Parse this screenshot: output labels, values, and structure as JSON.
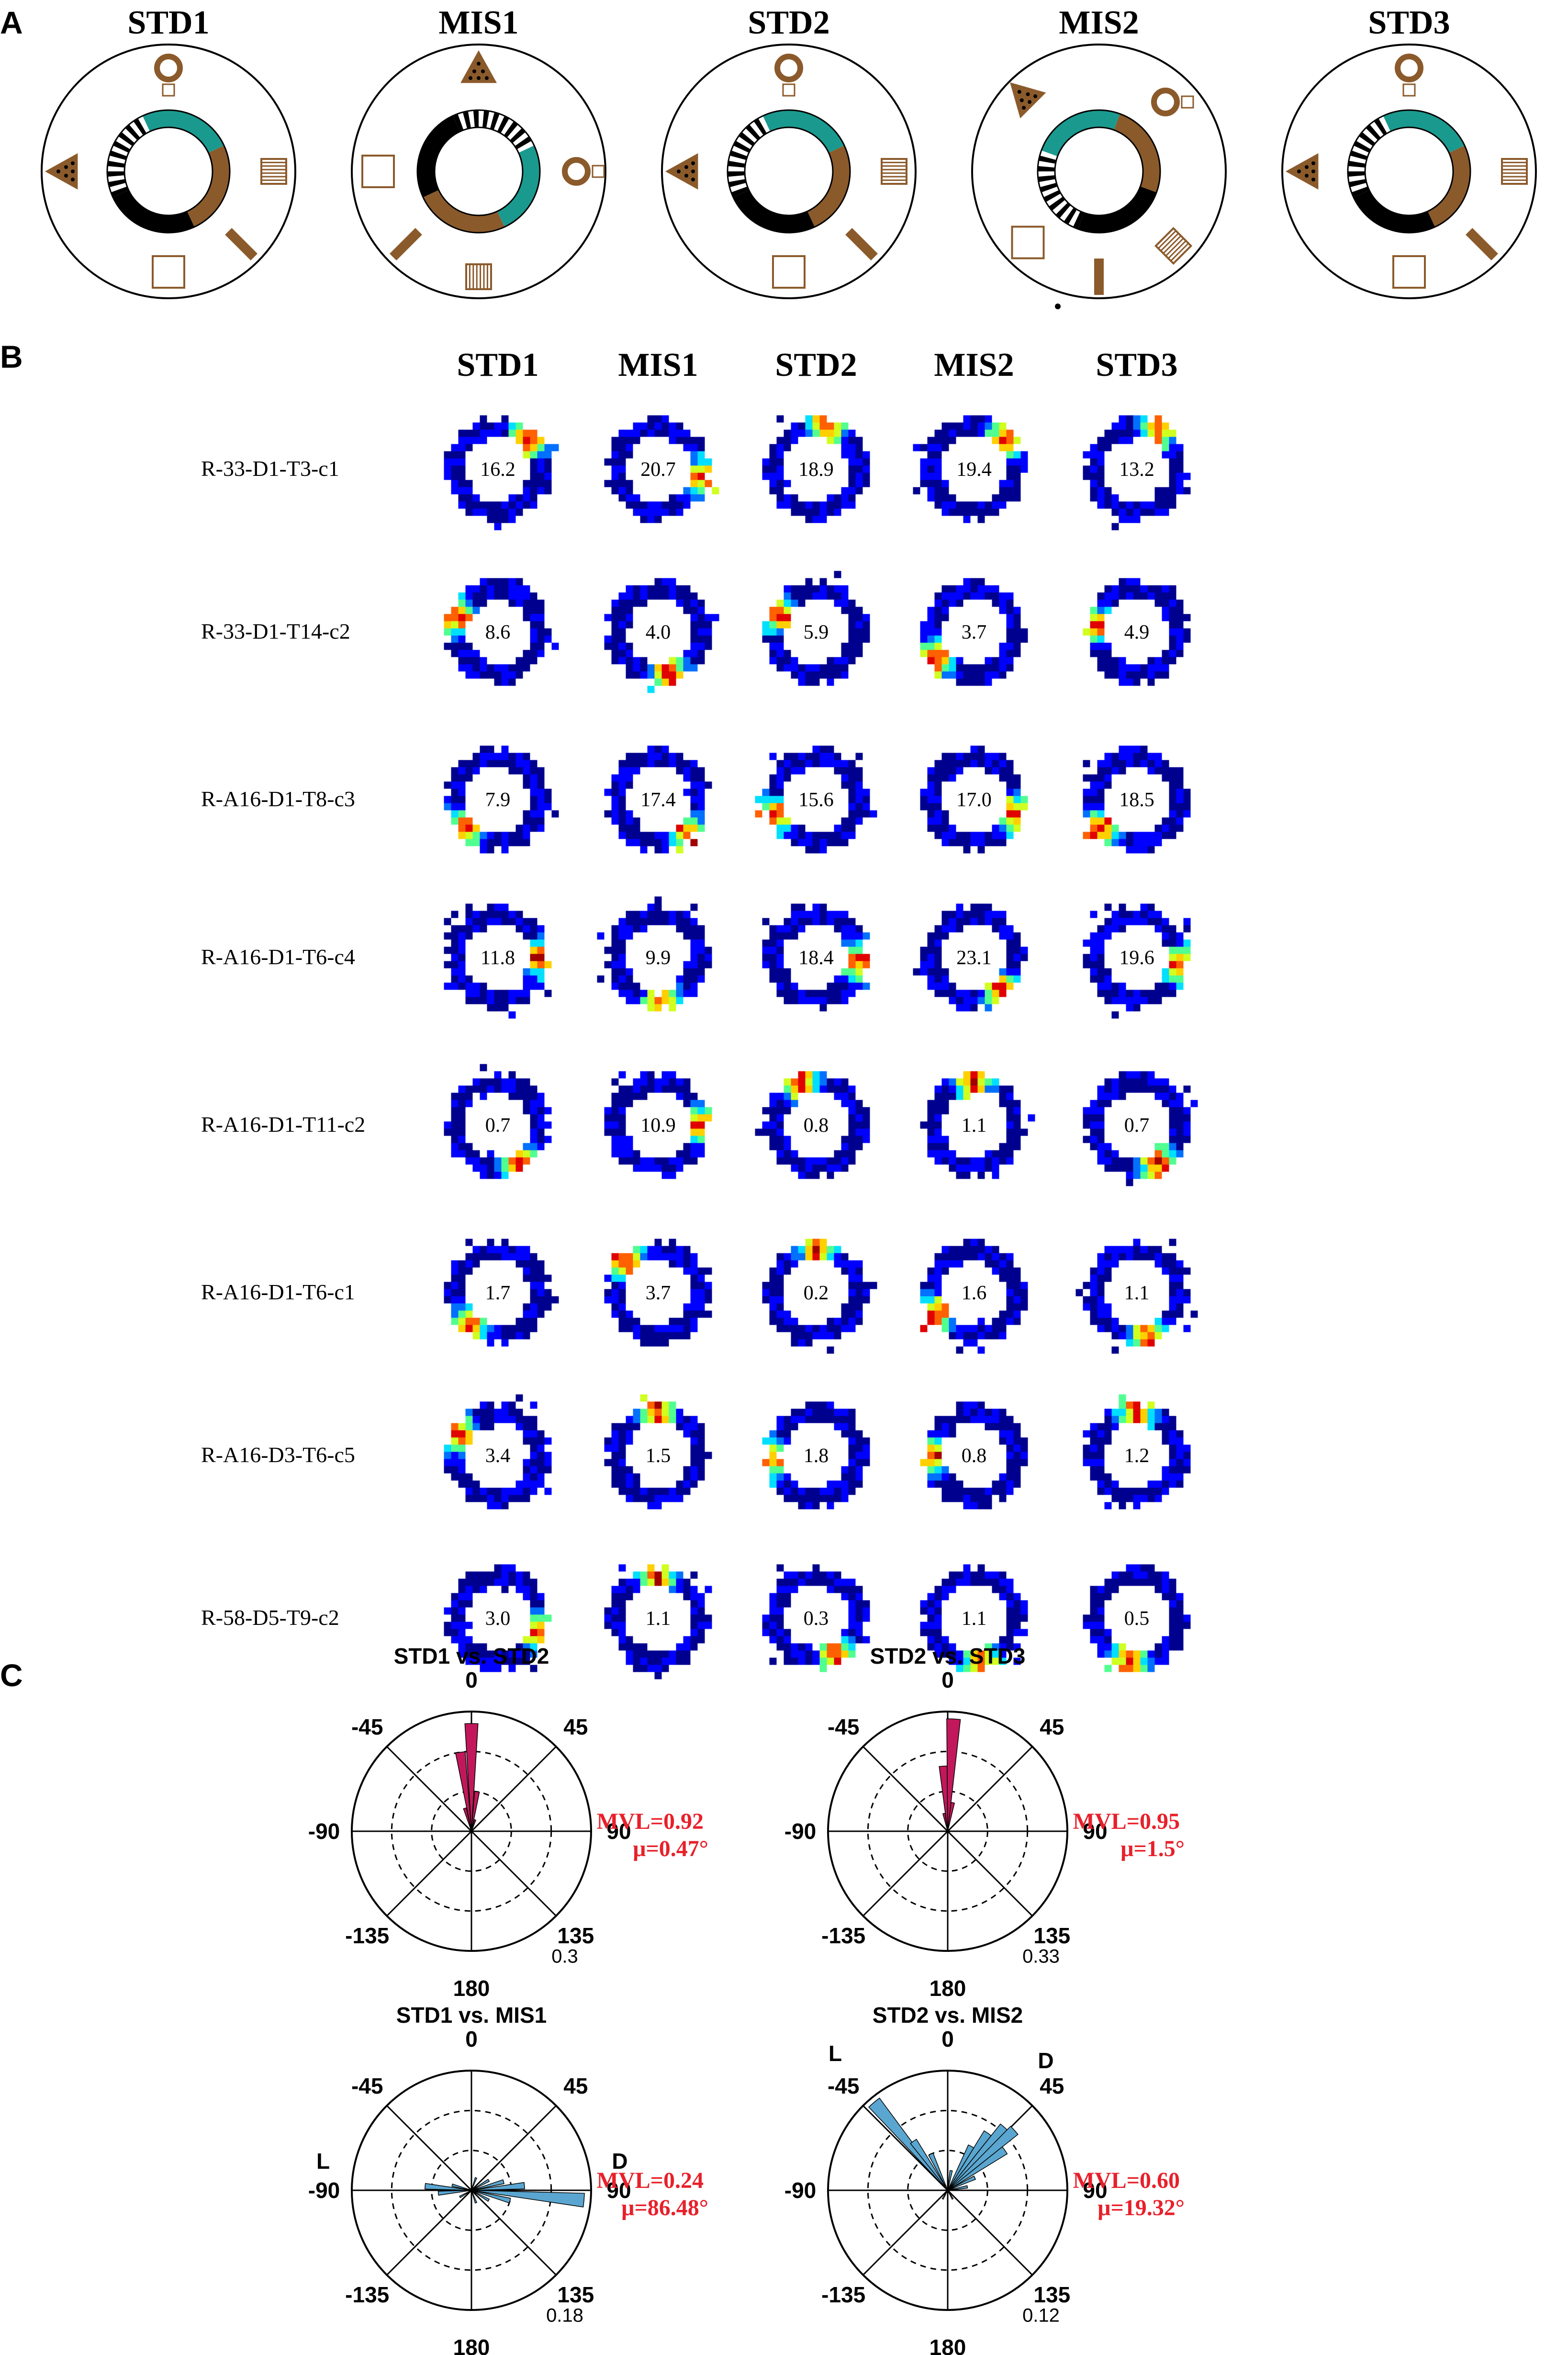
{
  "panels": {
    "a": "A",
    "b": "B",
    "c": "C"
  },
  "panel_a": {
    "conditions": [
      {
        "name": "STD1",
        "ring_rotation_deg": 0
      },
      {
        "name": "MIS1",
        "ring_rotation_deg": 90
      },
      {
        "name": "STD2",
        "ring_rotation_deg": 0
      },
      {
        "name": "MIS2",
        "ring_rotation_deg": -45
      },
      {
        "name": "STD3",
        "ring_rotation_deg": 0
      }
    ],
    "colors": {
      "brown": "#8b5a2b",
      "teal": "#1a9a8f",
      "black": "#000000"
    }
  },
  "panel_b": {
    "columns": [
      "STD1",
      "MIS1",
      "STD2",
      "MIS2",
      "STD3"
    ],
    "rows": [
      {
        "cell": "R-33-D1-T3-c1",
        "rates": [
          "16.2",
          "20.7",
          "18.9",
          "19.4",
          "13.2"
        ],
        "peaks_deg": [
          45,
          100,
          15,
          45,
          30
        ]
      },
      {
        "cell": "R-33-D1-T14-c2",
        "rates": [
          "8.6",
          "4.0",
          "5.9",
          "3.7",
          "4.9"
        ],
        "peaks_deg": [
          -70,
          165,
          -65,
          -125,
          -80
        ]
      },
      {
        "cell": "R-A16-D1-T8-c3",
        "rates": [
          "7.9",
          "17.4",
          "15.6",
          "17.0",
          "18.5"
        ],
        "peaks_deg": [
          -130,
          140,
          -110,
          110,
          -130
        ]
      },
      {
        "cell": "R-A16-D1-T6-c4",
        "rates": [
          "11.8",
          "9.9",
          "18.4",
          "23.1",
          "19.6"
        ],
        "peaks_deg": [
          90,
          175,
          95,
          140,
          100
        ]
      },
      {
        "cell": "R-A16-D1-T11-c2",
        "rates": [
          "0.7",
          "10.9",
          "0.8",
          "1.1",
          "0.7"
        ],
        "peaks_deg": [
          150,
          90,
          -20,
          0,
          150
        ]
      },
      {
        "cell": "R-A16-D1-T6-c1",
        "rates": [
          "1.7",
          "3.7",
          "0.2",
          "1.6",
          "1.1"
        ],
        "peaks_deg": [
          -140,
          -45,
          0,
          -120,
          165
        ]
      },
      {
        "cell": "R-A16-D3-T6-c5",
        "rates": [
          "3.4",
          "1.5",
          "1.8",
          "0.8",
          "1.2"
        ],
        "peaks_deg": [
          -60,
          0,
          -95,
          -90,
          0
        ]
      },
      {
        "cell": "R-58-D5-T9-c2",
        "rates": [
          "3.0",
          "1.1",
          "0.3",
          "1.1",
          "0.5"
        ],
        "peaks_deg": [
          110,
          0,
          150,
          170,
          -170
        ]
      }
    ]
  },
  "chart_data": [
    {
      "type": "polar-histogram",
      "title": "STD1 vs. STD2",
      "angle_labels": [
        "0",
        "45",
        "90",
        "135",
        "180",
        "-135",
        "-90",
        "-45"
      ],
      "rmax": 0.3,
      "rmax_label": "0.3",
      "color": "#c2185b",
      "bins": [
        {
          "angle": 0,
          "r": 0.27
        },
        {
          "angle": -8,
          "r": 0.2
        },
        {
          "angle": 8,
          "r": 0.1
        },
        {
          "angle": -16,
          "r": 0.06
        },
        {
          "angle": 18,
          "r": 0.03
        }
      ],
      "mvl": "MVL=0.92",
      "mu": "μ=0.47°",
      "dir_left": "",
      "dir_right": ""
    },
    {
      "type": "polar-histogram",
      "title": "STD2 vs. STD3",
      "angle_labels": [
        "0",
        "45",
        "90",
        "135",
        "180",
        "-135",
        "-90",
        "-45"
      ],
      "rmax": 0.33,
      "rmax_label": "0.33",
      "color": "#c2185b",
      "bins": [
        {
          "angle": 3,
          "r": 0.31
        },
        {
          "angle": -4,
          "r": 0.18
        },
        {
          "angle": 10,
          "r": 0.08
        },
        {
          "angle": -12,
          "r": 0.05
        }
      ],
      "mvl": "MVL=0.95",
      "mu": "μ=1.5°",
      "dir_left": "",
      "dir_right": ""
    },
    {
      "type": "polar-histogram",
      "title": "STD1 vs. MIS1",
      "angle_labels": [
        "0",
        "45",
        "90",
        "135",
        "180",
        "-135",
        "-90",
        "-45"
      ],
      "rmax": 0.18,
      "rmax_label": "0.18",
      "color": "#5aa6d0",
      "bins": [
        {
          "angle": 95,
          "r": 0.17
        },
        {
          "angle": 85,
          "r": 0.08
        },
        {
          "angle": 75,
          "r": 0.05
        },
        {
          "angle": 105,
          "r": 0.06
        },
        {
          "angle": -85,
          "r": 0.07
        },
        {
          "angle": -95,
          "r": 0.05
        },
        {
          "angle": -75,
          "r": 0.03
        },
        {
          "angle": 60,
          "r": 0.03
        },
        {
          "angle": 120,
          "r": 0.03
        },
        {
          "angle": -120,
          "r": 0.02
        },
        {
          "angle": 160,
          "r": 0.02
        },
        {
          "angle": 20,
          "r": 0.02
        }
      ],
      "mvl": "MVL=0.24",
      "mu": "μ=86.48°",
      "dir_left": "L",
      "dir_right": "D"
    },
    {
      "type": "polar-histogram",
      "title": "STD2 vs. MIS2",
      "angle_labels": [
        "0",
        "45",
        "90",
        "135",
        "180",
        "-135",
        "-90",
        "-45"
      ],
      "rmax": 0.12,
      "rmax_label": "0.12",
      "color": "#5aa6d0",
      "bins": [
        {
          "angle": -40,
          "r": 0.115
        },
        {
          "angle": -35,
          "r": 0.06
        },
        {
          "angle": -25,
          "r": 0.04
        },
        {
          "angle": 35,
          "r": 0.07
        },
        {
          "angle": 42,
          "r": 0.085
        },
        {
          "angle": 48,
          "r": 0.09
        },
        {
          "angle": 55,
          "r": 0.07
        },
        {
          "angle": 28,
          "r": 0.05
        },
        {
          "angle": 65,
          "r": 0.03
        },
        {
          "angle": 80,
          "r": 0.02
        },
        {
          "angle": 10,
          "r": 0.02
        },
        {
          "angle": 150,
          "r": 0.01
        },
        {
          "angle": -150,
          "r": 0.01
        }
      ],
      "mvl": "MVL=0.60",
      "mu": "μ=19.32°",
      "dir_left": "L",
      "dir_right": "D"
    }
  ]
}
